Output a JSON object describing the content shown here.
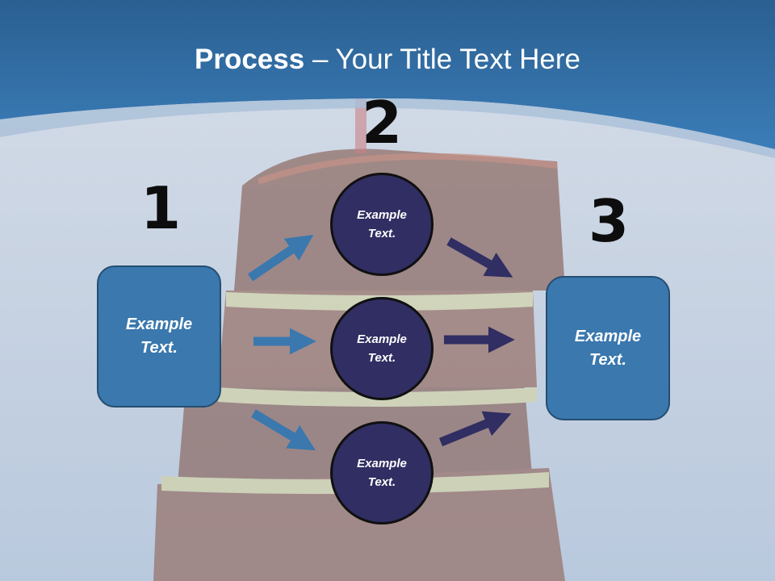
{
  "title": {
    "bold": "Process",
    "rest": " – Your Title Text Here"
  },
  "steps": [
    {
      "number": "1",
      "text": "Example\nText."
    },
    {
      "number": "2",
      "items": [
        "Example\nText.",
        "Example\nText.",
        "Example\nText."
      ]
    },
    {
      "number": "3",
      "text": "Example\nText."
    }
  ],
  "colors": {
    "header_blue": "#2f6ea6",
    "box_fill": "#3a78ae",
    "circle_fill": "#302e62",
    "arrow_light": "#3a78ae",
    "arrow_dark": "#302e62"
  }
}
